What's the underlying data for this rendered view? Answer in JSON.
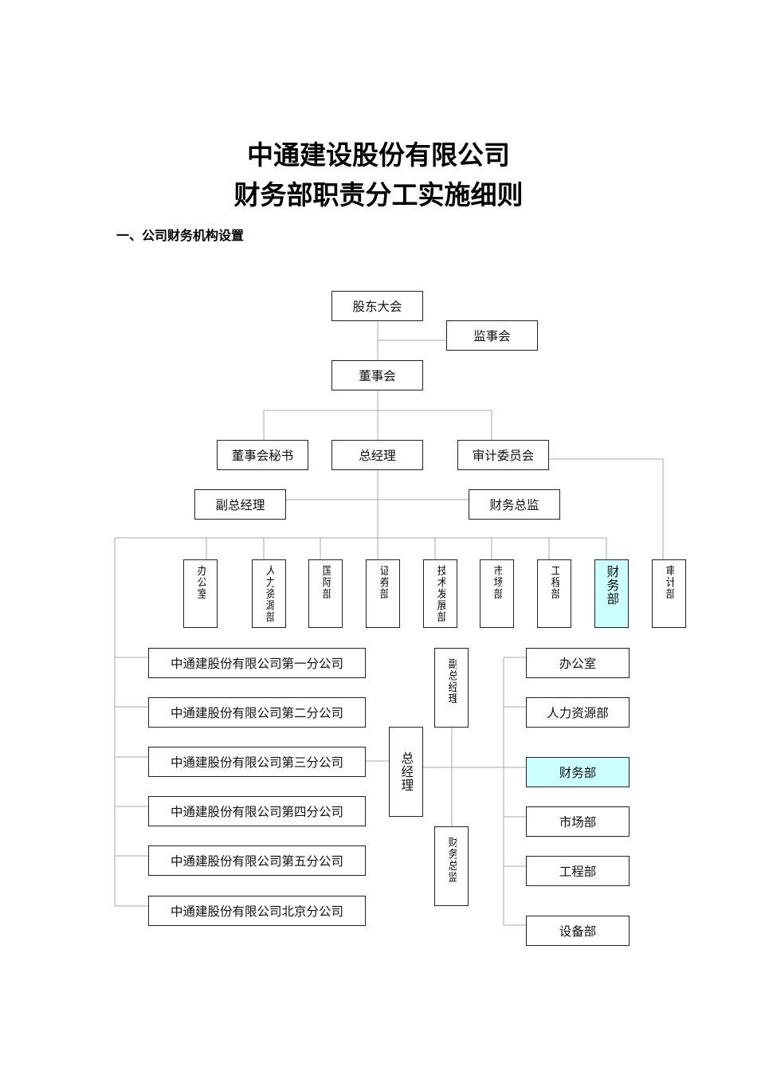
{
  "title": {
    "line1": "中通建设股份有限公司",
    "line2": "财务部职责分工实施细则"
  },
  "section_heading": "一、公司财务机构设置",
  "org_chart": {
    "shareholders_meeting": "股东大会",
    "supervisory_board": "监事会",
    "board_of_directors": "董事会",
    "board_secretary": "董事会秘书",
    "general_manager": "总经理",
    "audit_committee": "审计委员会",
    "deputy_general_manager": "副总经理",
    "chief_financial_officer": "财务总监",
    "departments": [
      "办公室",
      "人力资源部",
      "国际部",
      "证券部",
      "技术发展部",
      "市场部",
      "工程部",
      "财务部",
      "审计部"
    ],
    "highlight_color": "#ccffff",
    "branches": [
      "中通建股份有限公司第一分公司",
      "中通建股份有限公司第二分公司",
      "中通建股份有限公司第三分公司",
      "中通建股份有限公司第四分公司",
      "中通建股份有限公司第五分公司",
      "中通建股份有限公司北京分公司"
    ],
    "branch_general_manager": "总经理",
    "branch_deputy_manager": "副总经理",
    "branch_finance_director": "财务总监",
    "branch_departments": [
      "办公室",
      "人力资源部",
      "财务部",
      "市场部",
      "工程部",
      "设备部"
    ]
  }
}
